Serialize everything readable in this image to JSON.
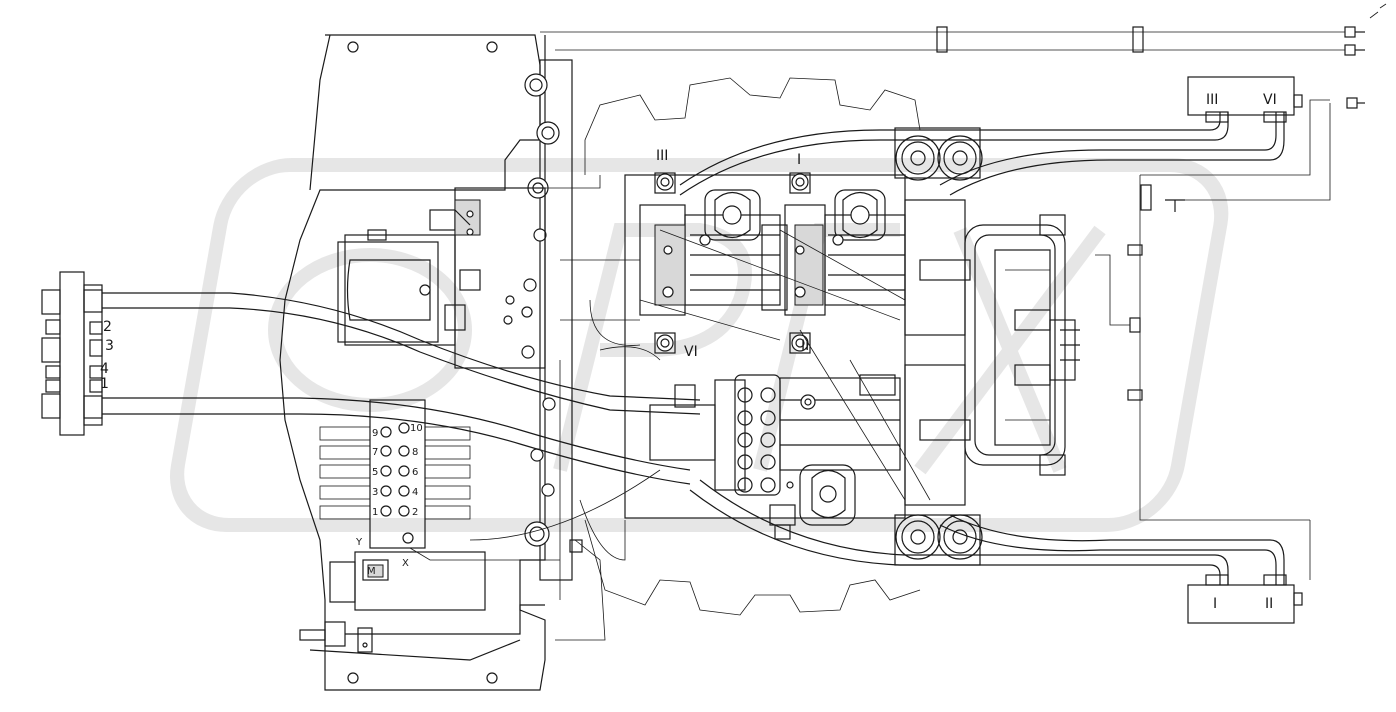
{
  "labels": {
    "pump_iii": "III",
    "pump_i": "I",
    "pump_vi": "VI",
    "pump_ii": "II",
    "block_top_iii": "III",
    "block_top_vi": "VI",
    "block_bottom_i": "I",
    "block_bottom_ii": "II",
    "left_port_2": "2",
    "left_port_3": "3",
    "left_port_4": "4",
    "left_port_1": "1",
    "valve_x": "X",
    "valve_y": "Y",
    "valve_m": "M"
  },
  "port_panel": [
    "9",
    "10",
    "7",
    "8",
    "5",
    "6",
    "3",
    "4",
    "1",
    "2"
  ]
}
